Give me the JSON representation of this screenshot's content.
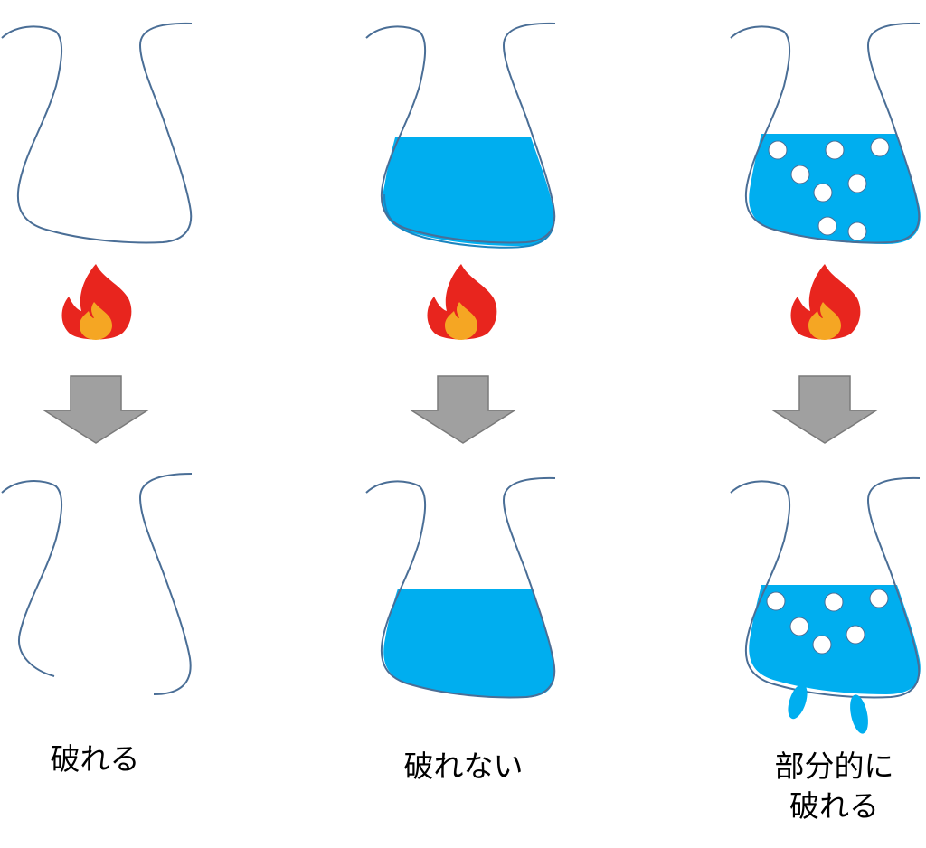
{
  "panels": [
    {
      "caption": "破れる"
    },
    {
      "caption": "破れない"
    },
    {
      "caption_line1": "部分的に",
      "caption_line2": "破れる"
    }
  ],
  "colors": {
    "outline": "#4a6e96",
    "water": "#00aeef",
    "bubble": "#ffffff",
    "arrow_fill": "#a0a0a0",
    "arrow_stroke": "#7a7a7a",
    "flame_outer": "#e8251e",
    "flame_inner": "#f5a623"
  },
  "icons": [
    "fire-icon",
    "down-arrow-icon"
  ]
}
